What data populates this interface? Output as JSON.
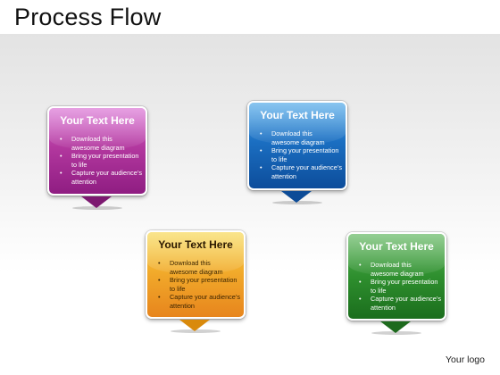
{
  "title": "Process Flow",
  "cards": [
    {
      "heading": "Your Text Here",
      "color": "#b3389f",
      "bullets": [
        "Download this awesome diagram",
        "Bring your presentation to life",
        "Capture your audience’s attention"
      ]
    },
    {
      "heading": "Your Text Here",
      "color": "#1b6fc2",
      "bullets": [
        "Download this awesome diagram",
        "Bring your presentation to life",
        "Capture your audience’s attention"
      ]
    },
    {
      "heading": "Your Text Here",
      "color": "#f1a82a",
      "bullets": [
        "Download this awesome diagram",
        "Bring your presentation to life",
        "Capture your audience’s attention"
      ]
    },
    {
      "heading": "Your Text Here",
      "color": "#2e8f2e",
      "bullets": [
        "Download this awesome diagram",
        "Bring your presentation to life",
        "Capture your audience’s attention"
      ]
    }
  ],
  "logo": "Your logo"
}
